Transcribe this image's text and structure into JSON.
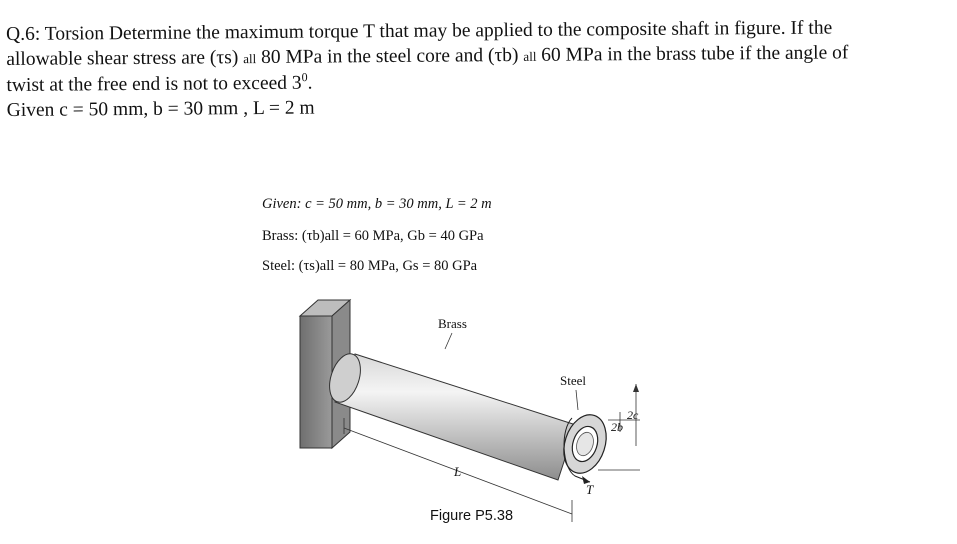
{
  "question": {
    "line1": "Q.6: Torsion Determine the maximum torque T that may be applied to the composite shaft in figure. If the",
    "line2a": "allowable shear stress are (τs) ",
    "line2b": "all",
    "line2c": " 80 MPa in the steel core and  (τb) ",
    "line2d": "all",
    "line2e": " 60 MPa in the brass tube if the angle of",
    "line3a": "twist at the free end is not to exceed 3",
    "line3sup": "0",
    "line3b": ".",
    "line4": "Given c  =  50 mm,  b = 30 mm , L = 2 m"
  },
  "figure": {
    "given_line": "Given:   c = 50 mm,   b = 30 mm,     L = 2 m",
    "brass_line": "Brass: (τb)all = 60 MPa,   Gb = 40 GPa",
    "steel_line": "Steel: (τs)all = 80 MPa,   Gs = 80 GPa",
    "label_brass": "Brass",
    "label_steel": "Steel",
    "label_2c": "2c",
    "label_2b": "2b",
    "label_L": "L",
    "label_T": "T",
    "caption": "Figure P5.38"
  }
}
